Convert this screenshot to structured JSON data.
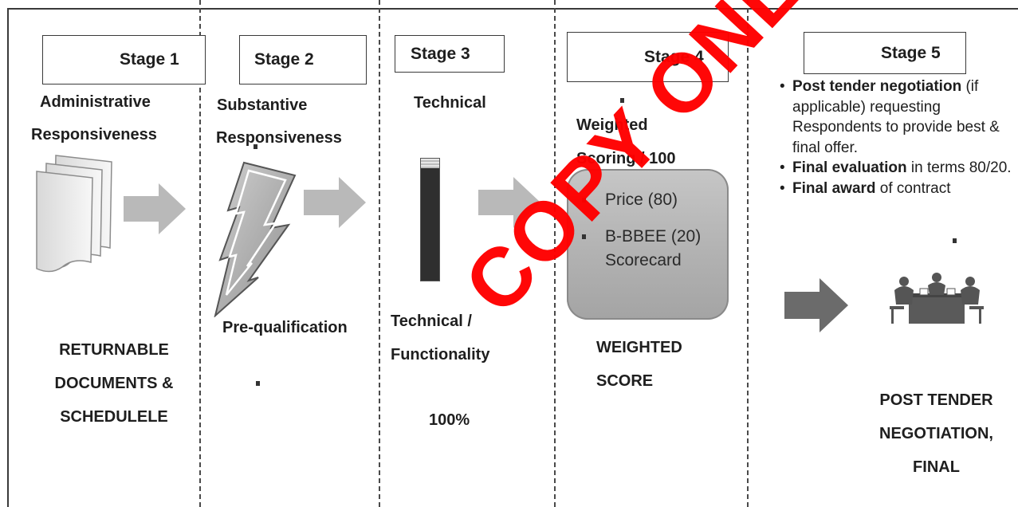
{
  "stages": [
    {
      "box_label": "Stage 1",
      "heading_lines": [
        "Administrative",
        "Responsiveness"
      ],
      "caption_lines": [
        "RETURNABLE",
        "DOCUMENTS &",
        "SCHEDULELE"
      ],
      "icon": "documents-icon"
    },
    {
      "box_label": "Stage 2",
      "heading_lines": [
        "Substantive",
        "Responsiveness"
      ],
      "caption_lines": [
        "Pre-qualification"
      ],
      "icon": "lightning-bolt-icon"
    },
    {
      "box_label": "Stage 3",
      "heading_lines": [
        "Technical"
      ],
      "caption_lines": [
        "Technical /",
        "Functionality",
        "100%"
      ],
      "icon": "bar-gauge-icon"
    },
    {
      "box_label": "Stage 4",
      "heading_lines": [
        "Weighted",
        "Scoring / 100"
      ],
      "criteria": [
        "Price (80)",
        "B-BBEE (20)",
        "Scorecard"
      ],
      "caption_lines": [
        "WEIGHTED",
        "SCORE"
      ]
    },
    {
      "box_label": "Stage 5",
      "bullets": [
        {
          "bold": "Post tender negotiation",
          "rest": " (if applicable) requesting Respondents to provide best & final offer."
        },
        {
          "bold": "Final evaluation",
          "rest": " in terms 80/20."
        },
        {
          "bold": "Final award",
          "rest": " of contract"
        }
      ],
      "caption_lines": [
        "POST TENDER",
        "NEGOTIATION,",
        "FINAL"
      ],
      "icon": "meeting-table-icon"
    }
  ],
  "watermark": "COPY ONLY\"",
  "colors": {
    "arrow_light": "#b9b9b9",
    "arrow_dark": "#6b6b6b",
    "watermark": "#ff0000",
    "gauge_fill": "#2f2f2f"
  }
}
